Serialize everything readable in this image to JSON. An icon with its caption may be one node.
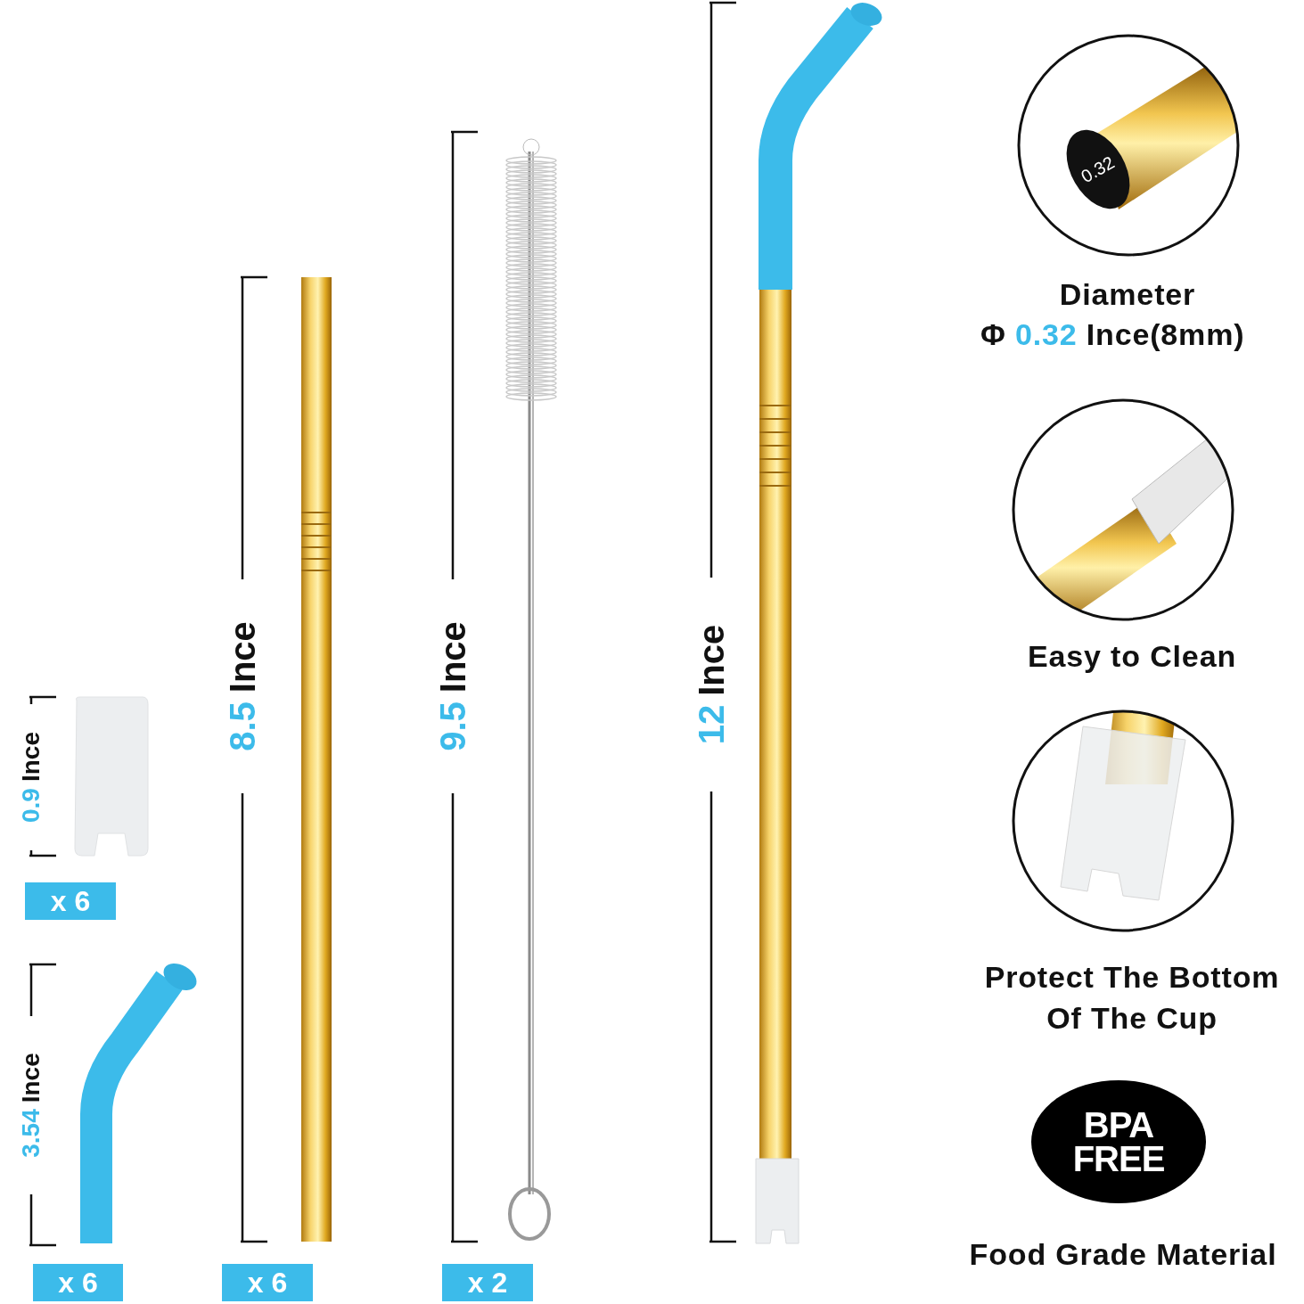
{
  "diagram": {
    "nodes": [
      {
        "text": [
          "x 6"
        ]
      },
      {
        "text": [
          "BPA FREE"
        ]
      },
      {
        "text": [
          "x 6"
        ]
      },
      {
        "text": [
          "x 6"
        ]
      },
      {
        "text": [
          "x 2"
        ]
      }
    ],
    "labels": [
      "0.32",
      "Diameter",
      "Φ",
      "0.32",
      "Ince(8mm)",
      "8.5",
      "Ince",
      "9.5",
      "Ince",
      "12",
      "Ince",
      "Easy to Clean",
      "0.9",
      "Ince",
      "Protect The Bottom Of The Cup",
      "3.54",
      "Ince",
      "Food Grade Material"
    ]
  }
}
